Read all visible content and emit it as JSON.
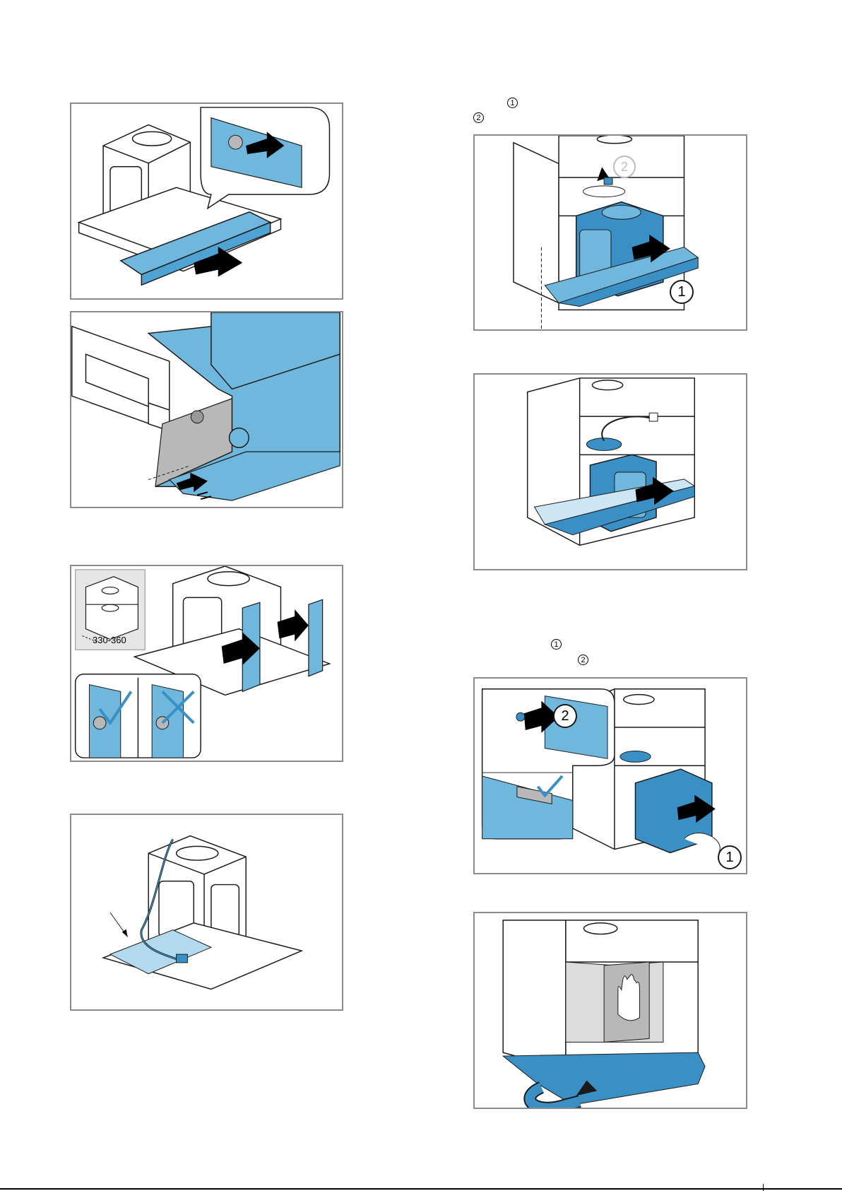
{
  "markers": {
    "step_a_1": "1",
    "step_a_2": "2",
    "step_b_1": "1",
    "step_b_2": "2"
  },
  "figures": {
    "fig1_inset_label": "",
    "fig3_inset_dimension": "330-360",
    "fig6_callout": "1",
    "fig6_overlay": "2",
    "fig8_callout_1": "1",
    "fig8_callout_2": "2"
  },
  "colors": {
    "accent_blue": "#6fb7dc",
    "accent_blue_dark": "#3a8fc4",
    "line": "#1a1a1a",
    "frame": "#8c8c8c",
    "grey_fill": "#b8b8b8"
  }
}
